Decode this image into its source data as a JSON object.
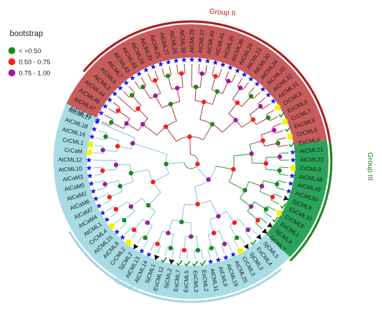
{
  "legend": {
    "title": "bootstrap",
    "items": [
      {
        "label": "< =0.50",
        "color": "#1a8a1a"
      },
      {
        "label": "0.50 - 0.75",
        "color": "#ff1a1a"
      },
      {
        "label": "0.75 - 1.00",
        "color": "#a01aa0"
      }
    ]
  },
  "groups": [
    {
      "name": "Group II",
      "fill": "#c85c5c",
      "label_color": "#c02020",
      "arc_color": "#b01c1c",
      "branch_color": "#b23232",
      "from": -157,
      "to": -9
    },
    {
      "name": "Group III",
      "fill": "#2aa45a",
      "label_color": "#1d7a1d",
      "arc_color": "#1d8a1d",
      "branch_color": "#1f9a3a",
      "from": -9,
      "to": 44
    },
    {
      "name": "Group I",
      "fill": "#a8dce4",
      "label_color": "#88c8d8",
      "arc_color": "#a8d4e6",
      "branch_color": "#7ec3d3",
      "from": 44,
      "to": 205
    }
  ],
  "leaves": [
    {
      "label": "AtCML45",
      "marker": "star"
    },
    {
      "label": "AtCML47",
      "marker": "star"
    },
    {
      "label": "AtCML46",
      "marker": "star"
    },
    {
      "label": "AtCML44",
      "marker": "star"
    },
    {
      "label": "AtCML3",
      "marker": "star"
    },
    {
      "label": "AtCML6",
      "marker": "star"
    },
    {
      "label": "AtCML7",
      "marker": "star"
    },
    {
      "label": "AtCML42",
      "marker": "star"
    },
    {
      "label": "AtCML43",
      "marker": "star"
    },
    {
      "label": "AtCML28",
      "marker": "star"
    },
    {
      "label": "AtCML29",
      "marker": "star"
    },
    {
      "label": "AtCML25",
      "marker": "star"
    },
    {
      "label": "AtCML27",
      "marker": "star"
    },
    {
      "label": "AtCML26",
      "marker": "star"
    },
    {
      "label": "AtCML38",
      "marker": "star"
    },
    {
      "label": "AtCML39",
      "marker": "star"
    },
    {
      "label": "AtCML37",
      "marker": "star"
    },
    {
      "label": "AtCML40",
      "marker": "star"
    },
    {
      "label": "AtCML41",
      "marker": "star"
    },
    {
      "label": "AtCML35",
      "marker": "star"
    },
    {
      "label": "AtCML36",
      "marker": "star"
    },
    {
      "label": "AtCML24",
      "marker": "star"
    },
    {
      "label": "AtCML23",
      "marker": "star"
    },
    {
      "label": "AtCML30",
      "marker": "star"
    },
    {
      "label": "AtCML34",
      "marker": "star"
    },
    {
      "label": "AtCML33",
      "marker": "star"
    },
    {
      "label": "AtCML32",
      "marker": "star"
    },
    {
      "label": "AtCML31",
      "marker": "star"
    },
    {
      "label": "CrCML5",
      "marker": "square"
    },
    {
      "label": "EsCML8",
      "marker": "check"
    },
    {
      "label": "CrCML7",
      "marker": "square"
    },
    {
      "label": "EsCML9",
      "marker": "check"
    },
    {
      "label": "CrCML6",
      "marker": "square"
    },
    {
      "label": "EsCML6",
      "marker": "check"
    },
    {
      "label": "AtCML21",
      "marker": "star"
    },
    {
      "label": "AtCML22",
      "marker": "star"
    },
    {
      "label": "CrCML9",
      "marker": "square"
    },
    {
      "label": "AtCML48",
      "marker": "star"
    },
    {
      "label": "AtCML49",
      "marker": "star"
    },
    {
      "label": "AtCML50",
      "marker": "star"
    },
    {
      "label": "SjCML6",
      "marker": "triangle"
    },
    {
      "label": "EsCML10",
      "marker": "check"
    },
    {
      "label": "CrCML8",
      "marker": "square"
    },
    {
      "label": "EsCML1",
      "marker": "check"
    },
    {
      "label": "SjCML4",
      "marker": "triangle"
    },
    {
      "label": "SjCML7",
      "marker": "triangle"
    },
    {
      "label": "SjCML5",
      "marker": "triangle"
    },
    {
      "label": "EsCML4",
      "marker": "check"
    },
    {
      "label": "SjCML3",
      "marker": "triangle"
    },
    {
      "label": "CrCML3",
      "marker": "square"
    },
    {
      "label": "AtCML20",
      "marker": "star"
    },
    {
      "label": "AtCML19",
      "marker": "star"
    },
    {
      "label": "AtCML9",
      "marker": "star"
    },
    {
      "label": "AtCML11",
      "marker": "star"
    },
    {
      "label": "EsCML2",
      "marker": "check"
    },
    {
      "label": "EsCML3",
      "marker": "check"
    },
    {
      "label": "EsCML5",
      "marker": "check"
    },
    {
      "label": "EsCML7",
      "marker": "check"
    },
    {
      "label": "SjCML2",
      "marker": "triangle"
    },
    {
      "label": "EsCML12",
      "marker": "check"
    },
    {
      "label": "SjCML1",
      "marker": "triangle"
    },
    {
      "label": "AtCML14",
      "marker": "star"
    },
    {
      "label": "AtCML13",
      "marker": "star"
    },
    {
      "label": "SjCML2",
      "marker": "triangle"
    },
    {
      "label": "CrCML2",
      "marker": "square"
    },
    {
      "label": "AtCML8",
      "marker": "star"
    },
    {
      "label": "AtCML15",
      "marker": "star"
    },
    {
      "label": "CrCML4",
      "marker": "square"
    },
    {
      "label": "AtCML1",
      "marker": "star"
    },
    {
      "label": "AtCaM4",
      "marker": "star"
    },
    {
      "label": "AtCaM7",
      "marker": "star"
    },
    {
      "label": "AtCaM6",
      "marker": "star"
    },
    {
      "label": "AtCaM2",
      "marker": "star"
    },
    {
      "label": "AtCaM5",
      "marker": "star"
    },
    {
      "label": "AtCaM3",
      "marker": "star"
    },
    {
      "label": "AtCML10",
      "marker": "star"
    },
    {
      "label": "AtCML12",
      "marker": "star"
    },
    {
      "label": "CrCaM",
      "marker": "square"
    },
    {
      "label": "CrCML1",
      "marker": "square"
    },
    {
      "label": "AtCML16",
      "marker": "star"
    },
    {
      "label": "AtCML18",
      "marker": "star"
    },
    {
      "label": "AtCML17",
      "marker": "star"
    }
  ],
  "marker_colors": {
    "star": "#1a1ae6",
    "square": "#f2f200",
    "check": "#1a8a1a",
    "triangle": "#111111"
  },
  "bootstrap_colors": [
    "#1a8a1a",
    "#ff1a1a",
    "#a01aa0"
  ]
}
